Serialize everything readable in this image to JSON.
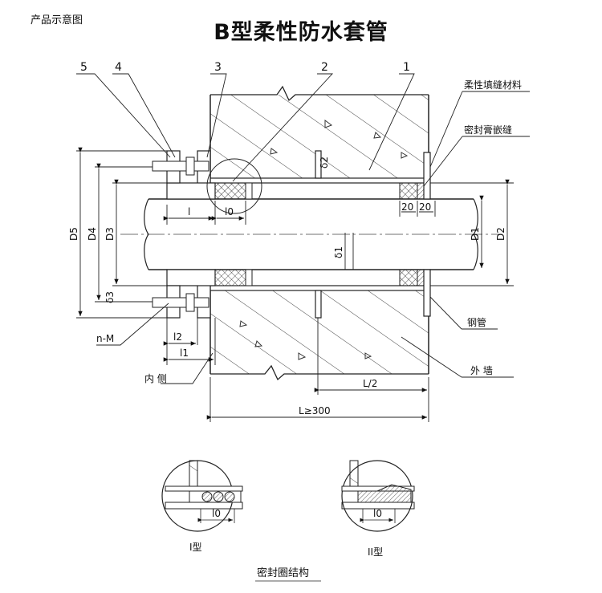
{
  "header": {
    "caption": "产品示意图",
    "title": "B型柔性防水套管"
  },
  "callouts": {
    "n5": "5",
    "n4": "4",
    "n3": "3",
    "n2": "2",
    "n1": "1"
  },
  "notes": {
    "filler": "柔性填缝材料",
    "sealant": "密封膏嵌缝",
    "steel_pipe": "钢管",
    "outer_wall": "外 墙",
    "inner_side": "内 侧"
  },
  "dims": {
    "D5": "D5",
    "D4": "D4",
    "D3": "D3",
    "D1": "D1",
    "D2": "D2",
    "d1": "δ1",
    "d2": "δ2",
    "d3": "δ3",
    "l": "l",
    "l0": "l0",
    "l1": "l1",
    "l2": "l2",
    "w20a": "20",
    "w20b": "20",
    "nM": "n-M",
    "half_L": "L/2",
    "L": "L≥300"
  },
  "detail": {
    "l0_a": "l0",
    "l0_b": "l0",
    "type1": "I型",
    "type2": "II型",
    "caption": "密封圈结构"
  }
}
